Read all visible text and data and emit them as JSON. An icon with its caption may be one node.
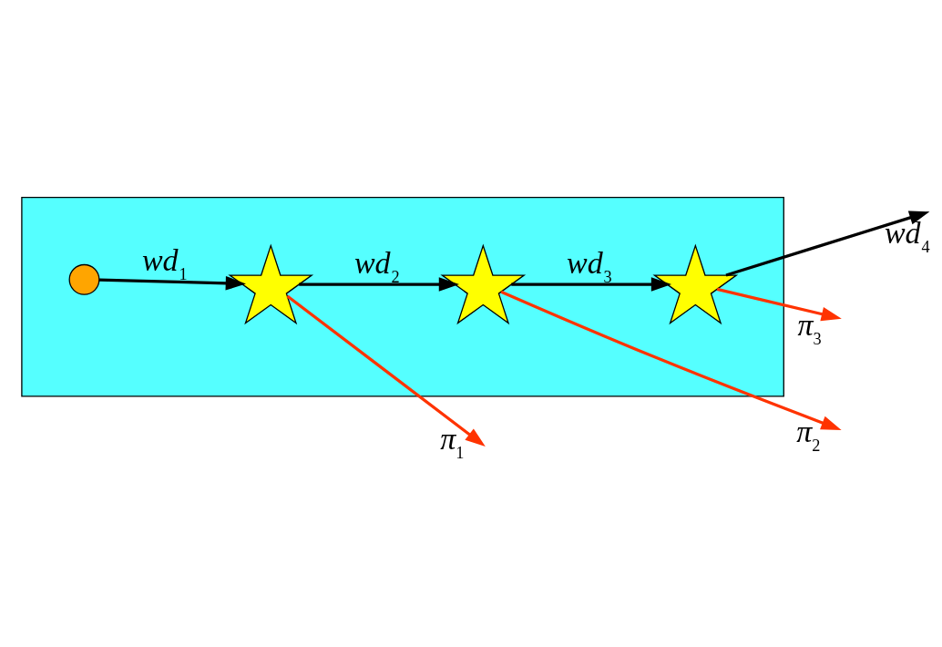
{
  "diagram": {
    "nodes": [
      {
        "text": [],
        "shape": "box"
      },
      {
        "text": [],
        "shape": "circle",
        "in": 0
      },
      {
        "text": [],
        "shape": "star",
        "in": 0
      },
      {
        "text": [],
        "shape": "star",
        "in": 0
      },
      {
        "text": [],
        "shape": "star",
        "in": 0
      }
    ],
    "edges": [
      {
        "from": 1,
        "to": 2,
        "arrow": "to",
        "label": "wd$_{1}$"
      },
      {
        "from": 2,
        "to": 3,
        "arrow": "to",
        "label": "wd$_{2}$"
      },
      {
        "from": 3,
        "to": 4,
        "arrow": "to",
        "label": "wd$_{3}$"
      },
      {
        "from": 4,
        "to": null,
        "arrow": "to",
        "label": "wd$_{4}$"
      },
      {
        "from": 2,
        "to": null,
        "arrow": "to",
        "label": "π$_{1}$",
        "color": "#ff3300"
      },
      {
        "from": 3,
        "to": null,
        "arrow": "to",
        "label": "π$_{2}$",
        "color": "#ff3300"
      },
      {
        "from": 4,
        "to": null,
        "arrow": "to",
        "label": "π$_{3}$",
        "color": "#ff3300"
      }
    ]
  }
}
